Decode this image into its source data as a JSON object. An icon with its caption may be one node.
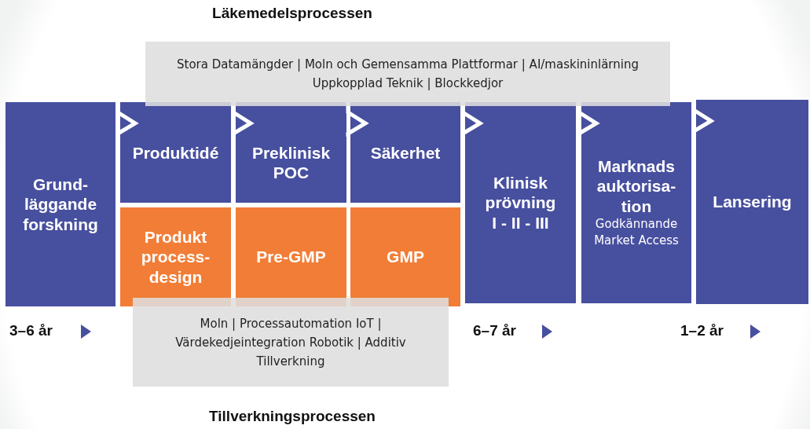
{
  "diagram": {
    "title": "Läkemedelsprocessen",
    "nodes": [
      {
        "text": [
          "Grund- läggande forskning"
        ]
      },
      {
        "text": [
          "Produktidé"
        ]
      },
      {
        "text": [
          "Preklinisk POC"
        ]
      },
      {
        "text": [
          "Säkerhet"
        ]
      },
      {
        "text": [
          "Produkt process- design"
        ]
      },
      {
        "text": [
          "Pre-GMP"
        ]
      },
      {
        "text": [
          "GMP"
        ]
      },
      {
        "text": [
          "Klinisk prövning I - II - III"
        ]
      },
      {
        "text": [
          "Marknads auktorisa- tion",
          "Godkännande Market Access"
        ]
      },
      {
        "text": [
          "Lansering"
        ]
      },
      {
        "text": [
          "Stora Datamängder | Moln och Gemensamma Plattformar | AI/maskininlärning Uppkopplad Teknik | Blockkedjor"
        ]
      },
      {
        "text": [
          "Moln | Processautomation IoT | Värdekedjeintegration Robotik | Additiv Tillverkning"
        ]
      }
    ],
    "labels": [
      "3–6 år",
      "6–7 år",
      "1–2 år",
      "Tillverkningsprocessen"
    ]
  }
}
